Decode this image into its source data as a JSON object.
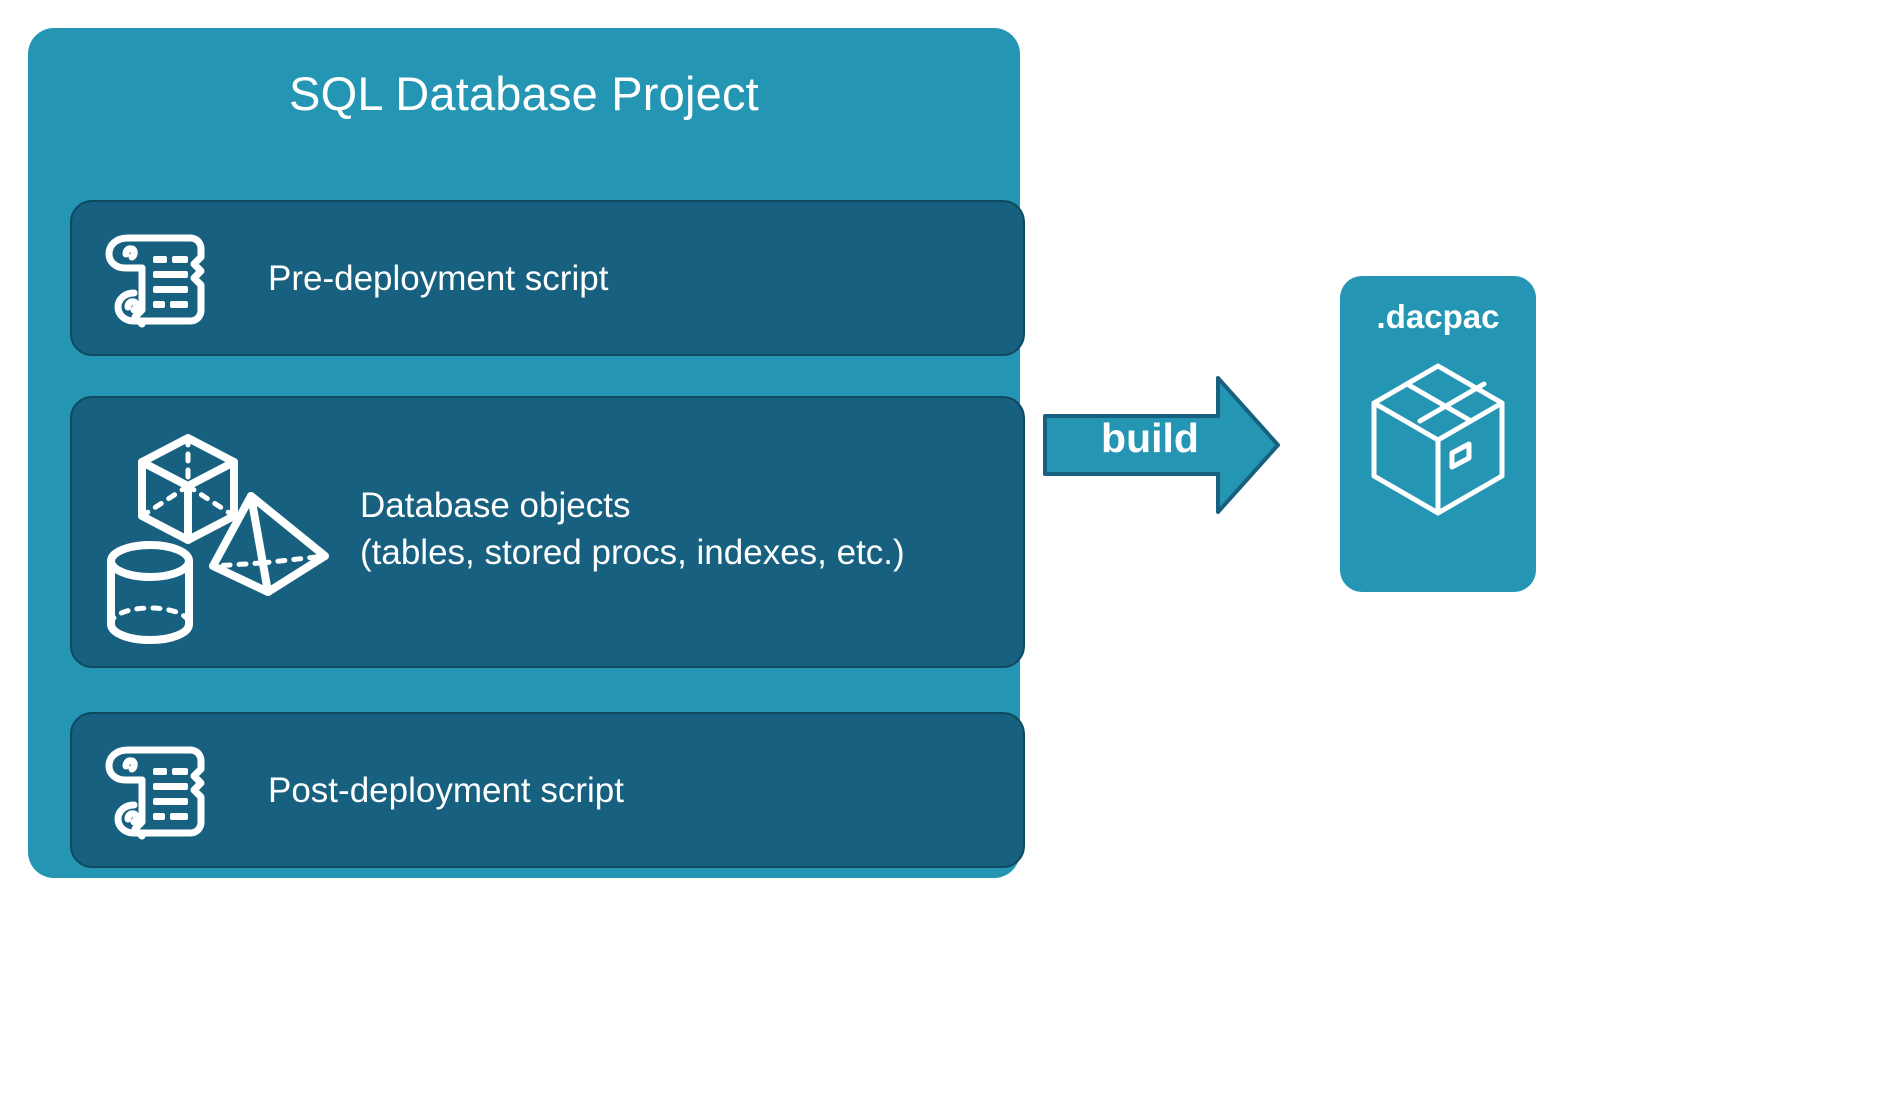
{
  "diagram": {
    "title": "SQL Database Project",
    "background_color": "#FFFFFF",
    "panel_color": "#2496B3",
    "card_color": "#17607F",
    "card_border_color": "#0E4960",
    "text_color": "#FFFFFF"
  },
  "project": {
    "title": "SQL Database Project",
    "cards": [
      {
        "id": "pre-deployment",
        "label": "Pre-deployment script",
        "icon": "scroll-icon"
      },
      {
        "id": "database-objects",
        "label": "Database objects\n(tables, stored procs, indexes, etc.)",
        "line1": "Database objects",
        "line2": "(tables, stored procs, indexes, etc.)",
        "icon": "3d-shapes-icon"
      },
      {
        "id": "post-deployment",
        "label": "Post-deployment script",
        "icon": "scroll-icon"
      }
    ]
  },
  "arrow": {
    "label": "build",
    "direction": "right",
    "fill_color": "#2496B3",
    "stroke_color": "#17607F"
  },
  "output": {
    "label": ".dacpac",
    "icon": "package-box-icon",
    "fill_color": "#2496B3"
  }
}
